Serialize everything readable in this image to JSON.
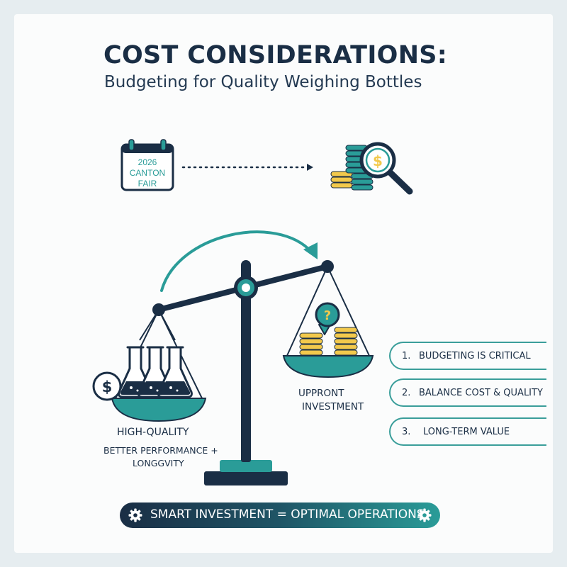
{
  "header": {
    "title": "COST CONSIDERATIONS:",
    "subtitle": "Budgeting for Quality Weighing Bottles"
  },
  "calendar": {
    "line1": "2026",
    "line2": "CANTON",
    "line3": "FAIR"
  },
  "coins_icon": {
    "symbol": "$"
  },
  "question_icon": {
    "symbol": "?"
  },
  "dollar_badge": {
    "symbol": "$"
  },
  "high_quality": {
    "title": "HIGH-QUALITY",
    "desc_line1": "BETTER PERFORMANCE +",
    "desc_line2": "LONGGVITY"
  },
  "upfront": {
    "title": "UPPRONT",
    "desc": "INVESTMENT"
  },
  "steps": [
    {
      "number": "1.",
      "label": "BUDGETING IS CRITICAL"
    },
    {
      "number": "2.",
      "label": "BALANCE COST & QUALITY"
    },
    {
      "number": "3.",
      "label": "LONG-TERM VALUE"
    }
  ],
  "banner": {
    "text": "SMART INVESTMENT = OPTIMAL OPERATIONS"
  },
  "colors": {
    "navy": "#1a2e45",
    "teal": "#2a9c98",
    "gold": "#f2c94c",
    "background": "#fbfcfc"
  },
  "icons": [
    "calendar-icon",
    "coins-stack-icon",
    "magnifier-icon",
    "balance-scale-icon",
    "flask-icon",
    "dollar-icon",
    "question-bubble-icon",
    "gear-icon"
  ]
}
